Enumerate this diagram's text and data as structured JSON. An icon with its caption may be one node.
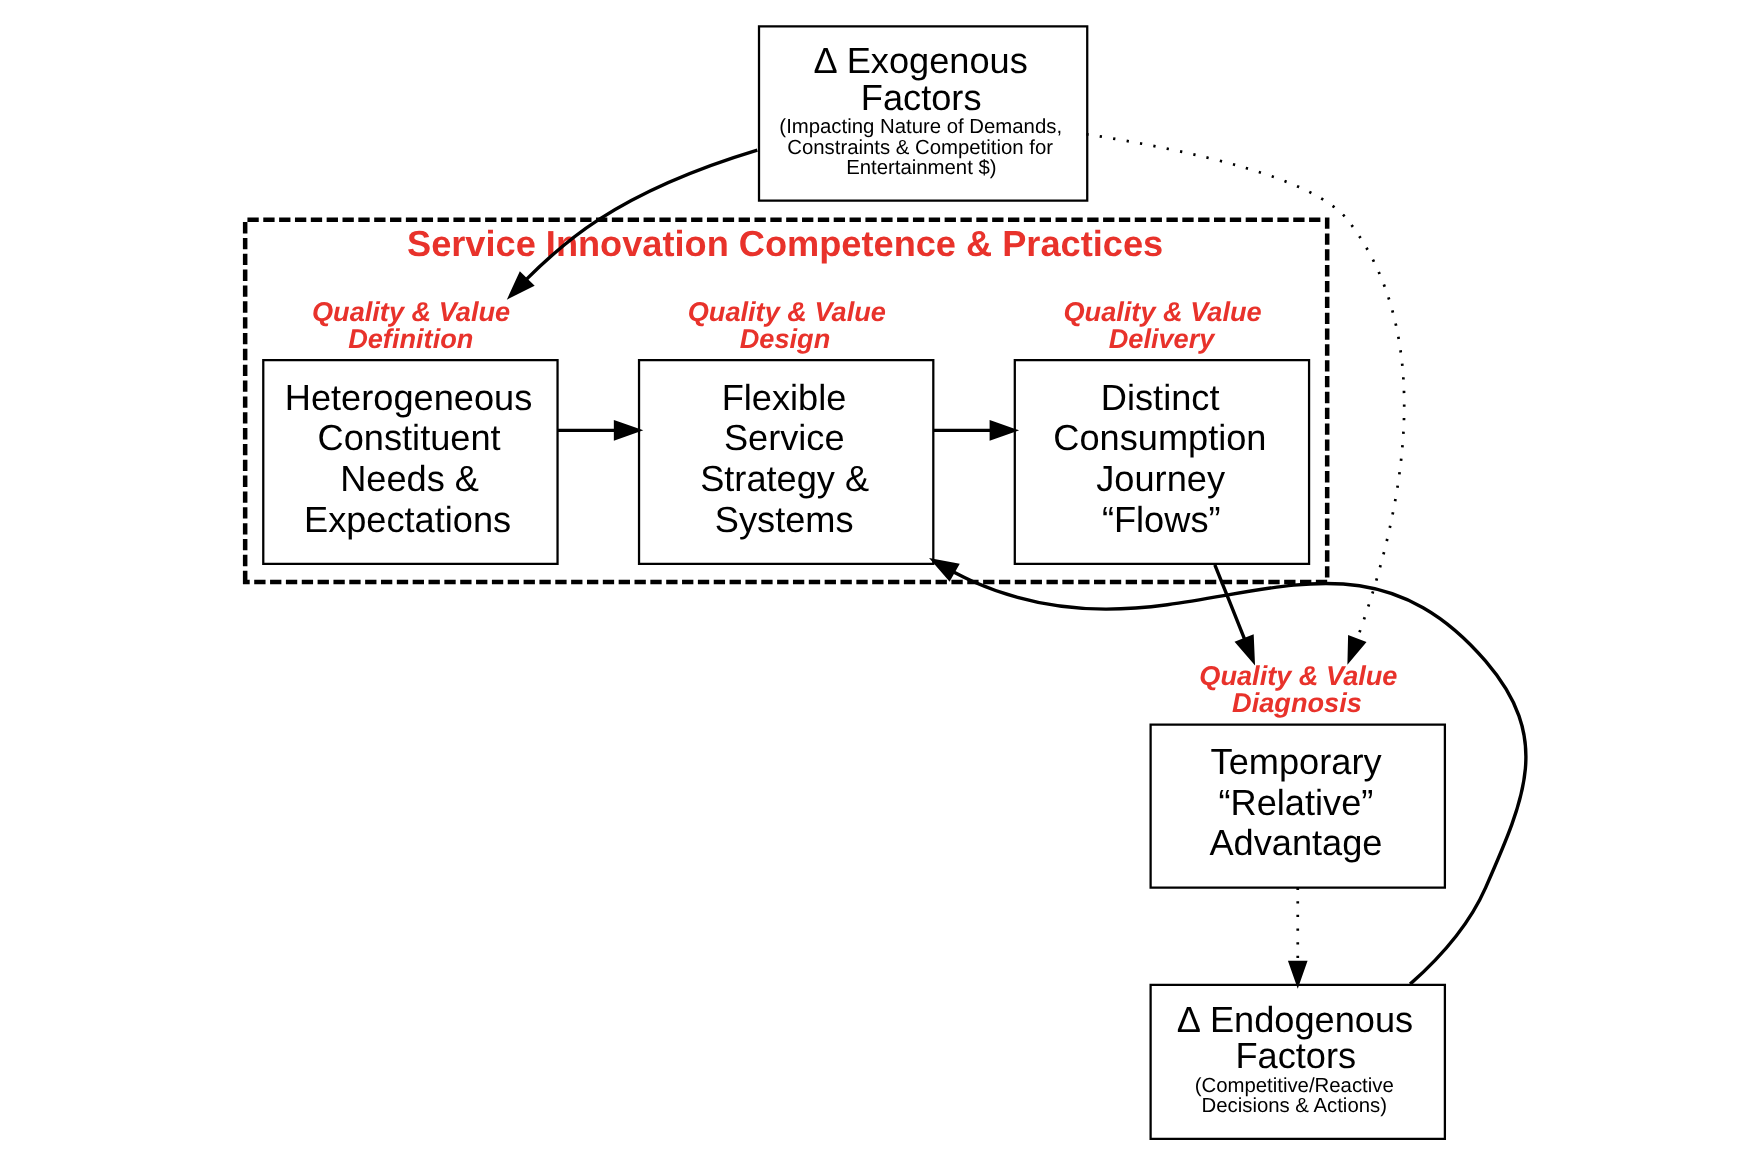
{
  "diagram": {
    "nodes": [
      {
        "text": [
          "∆ Exogenous Factors",
          "(Impacting Nature of Demands, Constraints & Competition for Entertainment $)"
        ]
      },
      {
        "text": [
          "Service Innovation Competence & Practices"
        ]
      },
      {
        "text": [
          "Heterogeneous Constituent Needs & Expectations"
        ],
        "in": 1,
        "beside": [
          "Quality & Value Definition"
        ]
      },
      {
        "text": [
          "Flexible Service Strategy & Systems"
        ],
        "in": 1,
        "beside": [
          "Quality & Value Design"
        ]
      },
      {
        "text": [
          "Distinct Consumption Journey “Flows”"
        ],
        "in": 1,
        "beside": [
          "Quality & Value Delivery"
        ]
      },
      {
        "text": [
          "Temporary “Relative” Advantage"
        ],
        "beside": [
          "Quality & Value Diagnosis"
        ]
      },
      {
        "text": [
          "∆ Endogenous Factors",
          "(Competitive/Reactive Decisions & Actions)"
        ]
      }
    ],
    "edges": [
      {
        "from": 0,
        "to": 2,
        "arrow": "to"
      },
      {
        "from": 0,
        "to": 5,
        "arrow": "to",
        "style": "dashed"
      },
      {
        "from": 2,
        "to": 3,
        "arrow": "to"
      },
      {
        "from": 3,
        "to": 4,
        "arrow": "to"
      },
      {
        "from": 4,
        "to": 5,
        "arrow": "to"
      },
      {
        "from": 6,
        "to": 3,
        "arrow": "to"
      },
      {
        "from": 5,
        "to": 6,
        "arrow": "to",
        "style": "dashed"
      }
    ]
  }
}
